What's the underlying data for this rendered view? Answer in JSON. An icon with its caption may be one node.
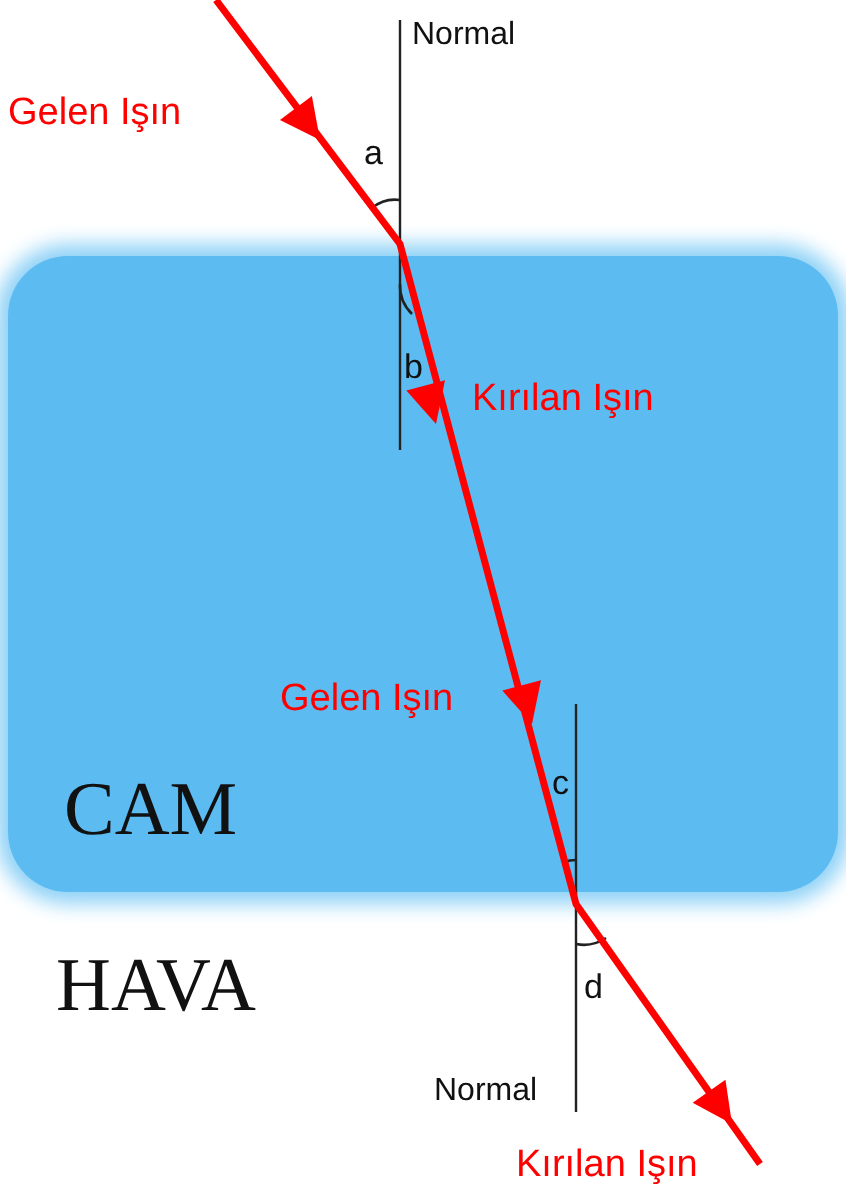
{
  "diagram": {
    "nodes": [
      {
        "text": [
          "CAM"
        ]
      }
    ],
    "edges": [],
    "labels": [
      "Normal",
      "Gelen Işın",
      "a",
      "b",
      "Kırılan Işın",
      "Gelen Işın",
      "c",
      "HAVA",
      "d",
      "Normal",
      "Kırılan Işın"
    ]
  }
}
